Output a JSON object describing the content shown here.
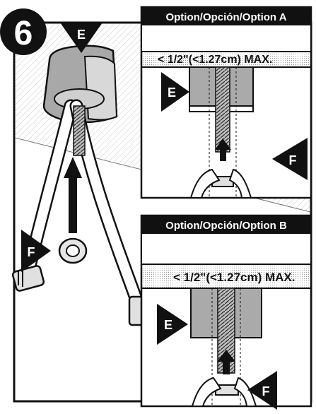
{
  "step": {
    "number": "6"
  },
  "main_view": {
    "label_e": "E",
    "label_f": "F"
  },
  "option_a": {
    "title": "Option/Opción/Option A",
    "dimension": "< 1/2\"(<1.27cm) MAX.",
    "label_e": "E",
    "label_f": "F"
  },
  "option_b": {
    "title": "Option/Opción/Option B",
    "dimension": "< 1/2\"(<1.27cm) MAX.",
    "label_e": "E",
    "label_f": "F"
  }
}
